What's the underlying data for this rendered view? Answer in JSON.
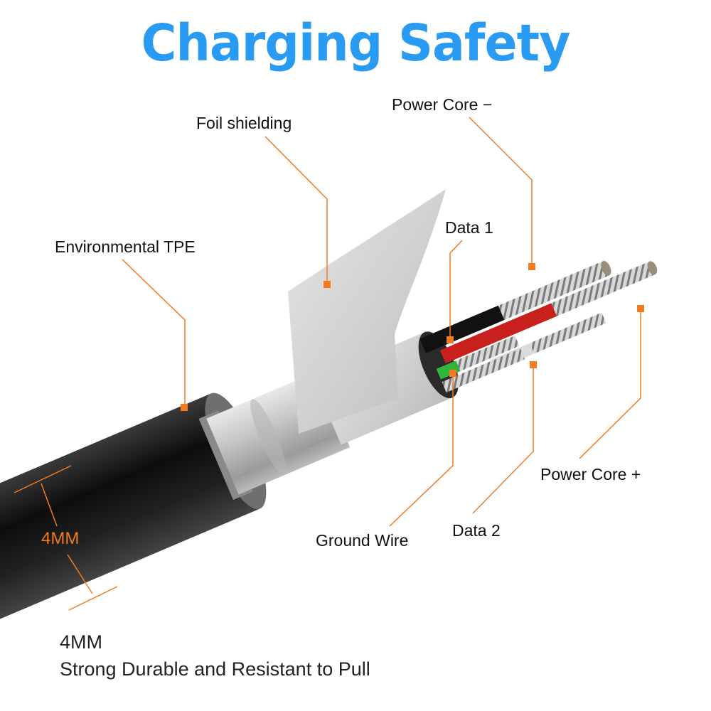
{
  "title": "Charging Safety",
  "labels": {
    "foil_shielding": "Foil shielding",
    "power_core_minus": "Power Core −",
    "environmental_tpe": "Environmental TPE",
    "data_1": "Data 1",
    "ground_wire": "Ground Wire",
    "data_2": "Data 2",
    "power_core_plus": "Power Core +"
  },
  "dimension_label": "4MM",
  "caption": {
    "line1": "4MM",
    "line2": "Strong Durable and Resistant to Pull"
  },
  "colors": {
    "title": "#2a9bf2",
    "leader": "#f47a1f",
    "jacket": "#151515"
  }
}
